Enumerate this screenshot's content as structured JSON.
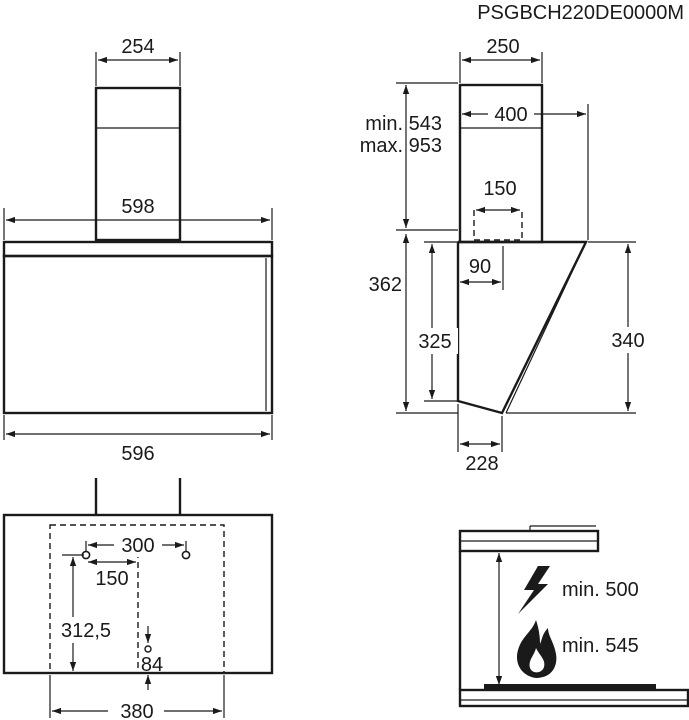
{
  "model": "PSGBCH220DE0000M",
  "front_view": {
    "chimney_width": "254",
    "hood_width_top": "598",
    "hood_width_bottom": "596"
  },
  "side_view": {
    "chimney_depth": "250",
    "depth_400": "400",
    "height_min": "min. 543",
    "height_max": "max. 953",
    "outlet_150": "150",
    "outlet_90": "90",
    "height_362": "362",
    "height_325": "325",
    "height_340": "340",
    "bottom_depth": "228"
  },
  "mounting_view": {
    "holes_spacing": "300",
    "offset_150": "150",
    "height_312": "312,5",
    "offset_84": "84",
    "template_width": "380"
  },
  "clearance": {
    "electric_label": "min. 500",
    "gas_label": "min. 545",
    "electric_icon": "lightning-icon",
    "gas_icon": "flame-icon"
  }
}
